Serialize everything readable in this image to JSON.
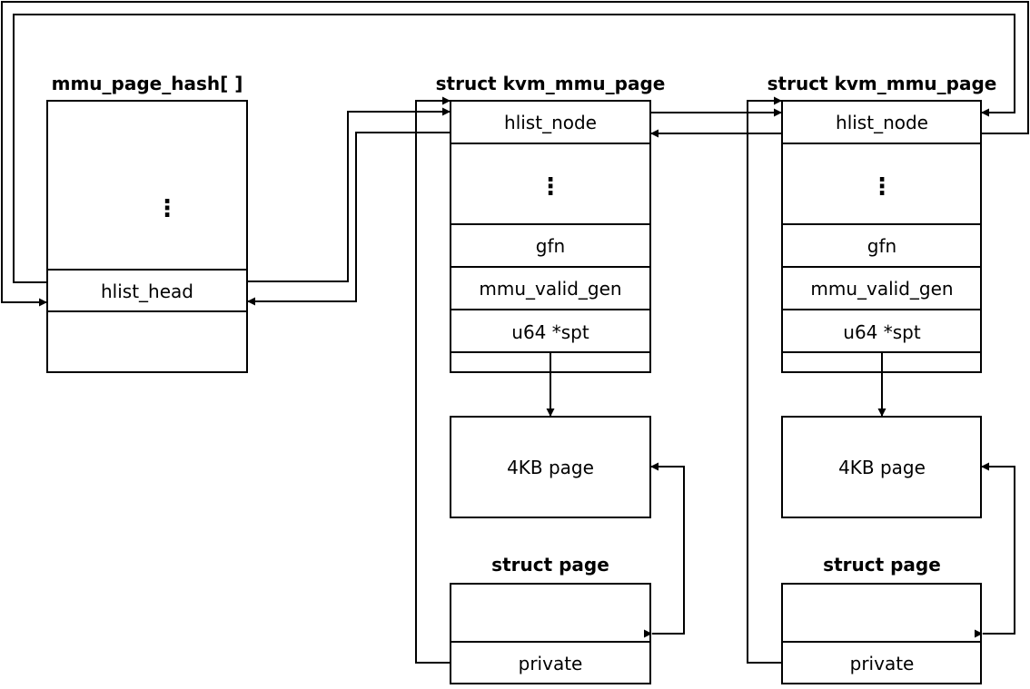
{
  "hash": {
    "title": "mmu_page_hash[ ]",
    "dots": "⋮",
    "head_label": "hlist_head"
  },
  "kvm_pages": [
    {
      "title": "struct kvm_mmu_page",
      "fields": [
        "hlist_node",
        "⋮",
        "gfn",
        "mmu_valid_gen",
        "u64 *spt"
      ],
      "page_label": "4KB page",
      "struct_page_title": "struct page",
      "private_label": "private"
    },
    {
      "title": "struct kvm_mmu_page",
      "fields": [
        "hlist_node",
        "⋮",
        "gfn",
        "mmu_valid_gen",
        "u64 *spt"
      ],
      "page_label": "4KB page",
      "struct_page_title": "struct page",
      "private_label": "private"
    }
  ]
}
